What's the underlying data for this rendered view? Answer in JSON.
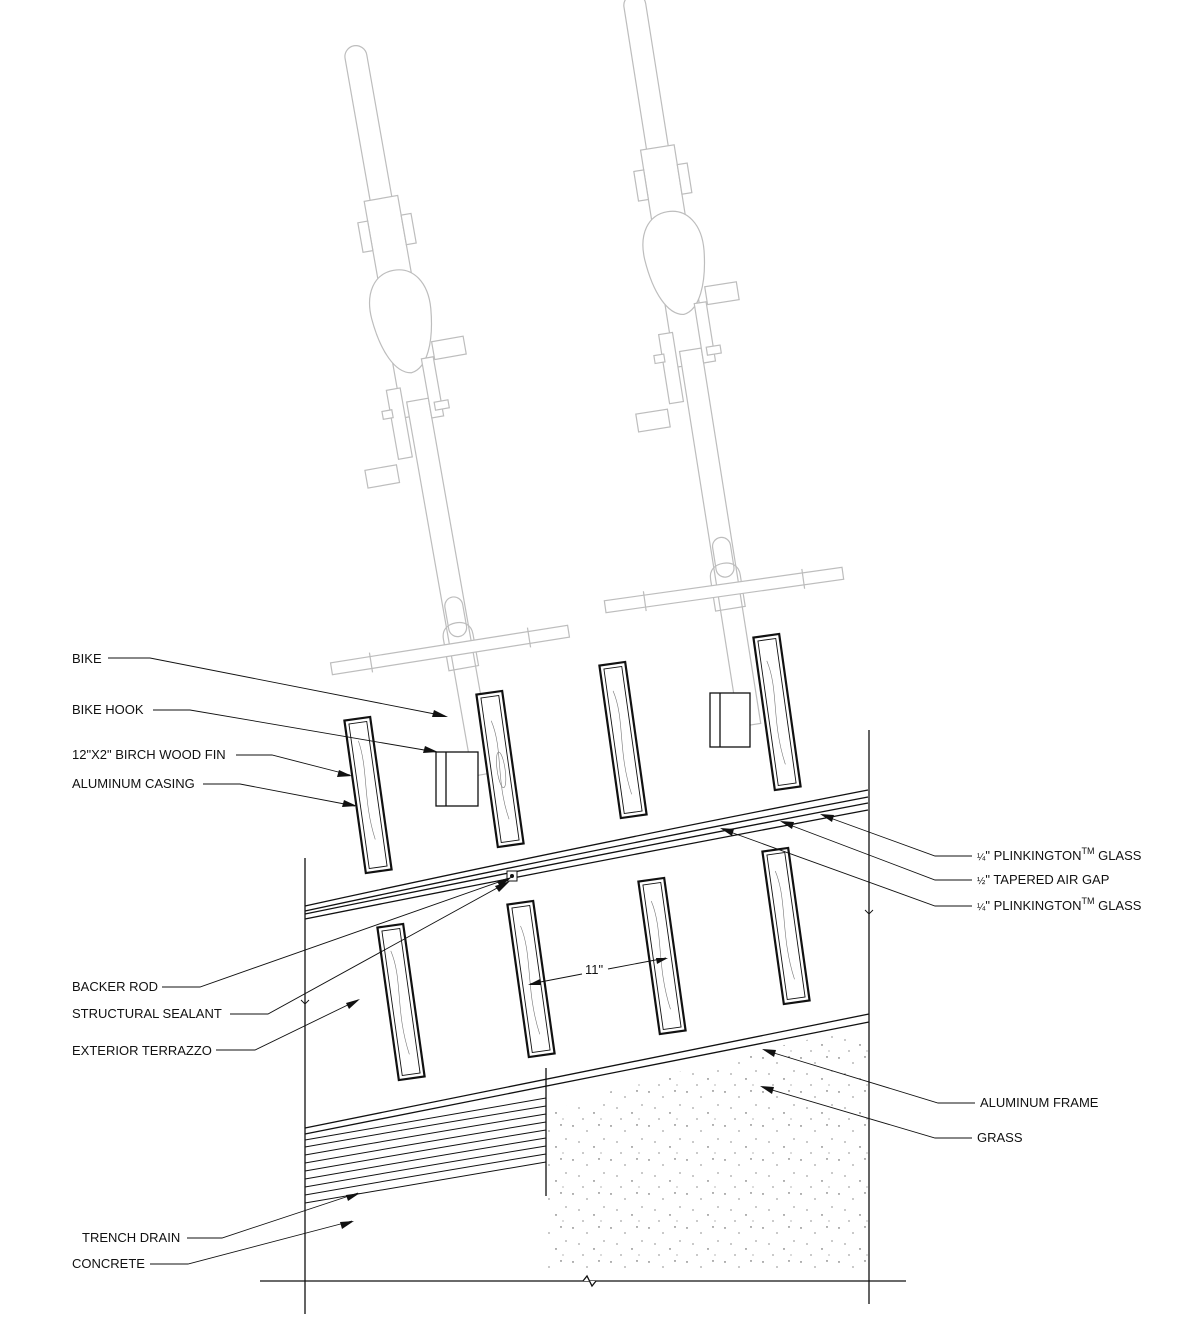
{
  "labels": {
    "bike": "BIKE",
    "bike_hook": "BIKE HOOK",
    "wood_fin": "12\"X2\" BIRCH WOOD FIN",
    "aluminum_casing": "ALUMINUM CASING",
    "backer_rod": "BACKER ROD",
    "structural_sealant": "STRUCTURAL SEALANT",
    "exterior_terrazzo": "EXTERIOR TERRAZZO",
    "trench_drain": "TRENCH DRAIN",
    "concrete": "CONCRETE",
    "aluminum_frame": "ALUMINUM FRAME",
    "grass": "GRASS",
    "dimension": "11\""
  },
  "glass_labels": {
    "glass_top": {
      "fraction": "¼",
      "name": "\" PLINKINGTON",
      "tm": "TM",
      "suffix": " GLASS"
    },
    "air_gap": {
      "fraction": "½",
      "name": "\" TAPERED AIR GAP"
    },
    "glass_bottom": {
      "fraction": "¼",
      "name": "\" PLINKINGTON",
      "tm": "TM",
      "suffix": " GLASS"
    }
  },
  "colors": {
    "ink": "#111111",
    "ghost": "#bdbdbd",
    "paper": "#ffffff"
  }
}
